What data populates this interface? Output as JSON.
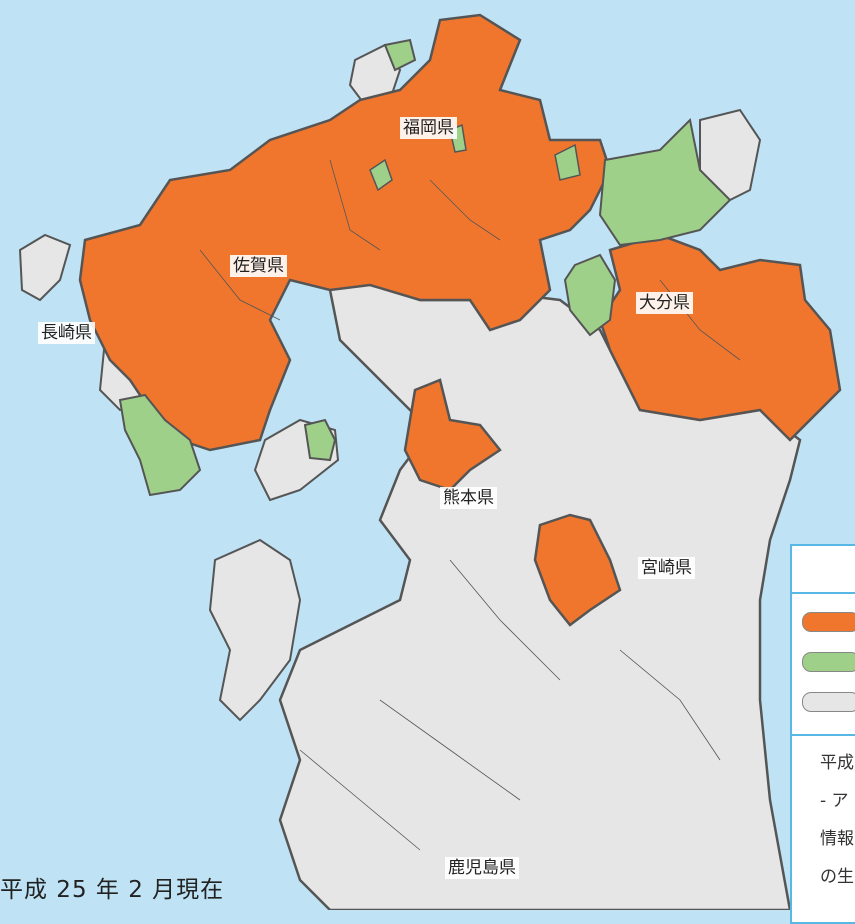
{
  "map": {
    "prefecture_labels": {
      "fukuoka": "福岡県",
      "saga": "佐賀県",
      "nagasaki": "長崎県",
      "oita": "大分県",
      "kumamoto": "熊本県",
      "miyazaki": "宮崎県",
      "kagoshima": "鹿児島県"
    },
    "colors": {
      "sea": "#bfe3f5",
      "orange": "#f0762e",
      "green": "#9fd08a",
      "gray": "#e6e6e6",
      "border": "#555555"
    }
  },
  "legend": {
    "swatches": [
      {
        "color": "#f0762e"
      },
      {
        "color": "#9fd08a"
      },
      {
        "color": "#e6e6e6"
      }
    ],
    "note_lines": [
      "平成",
      "- ア",
      "情報",
      "の生"
    ]
  },
  "footer": {
    "date_text": "平成 25 年 2 月現在"
  }
}
